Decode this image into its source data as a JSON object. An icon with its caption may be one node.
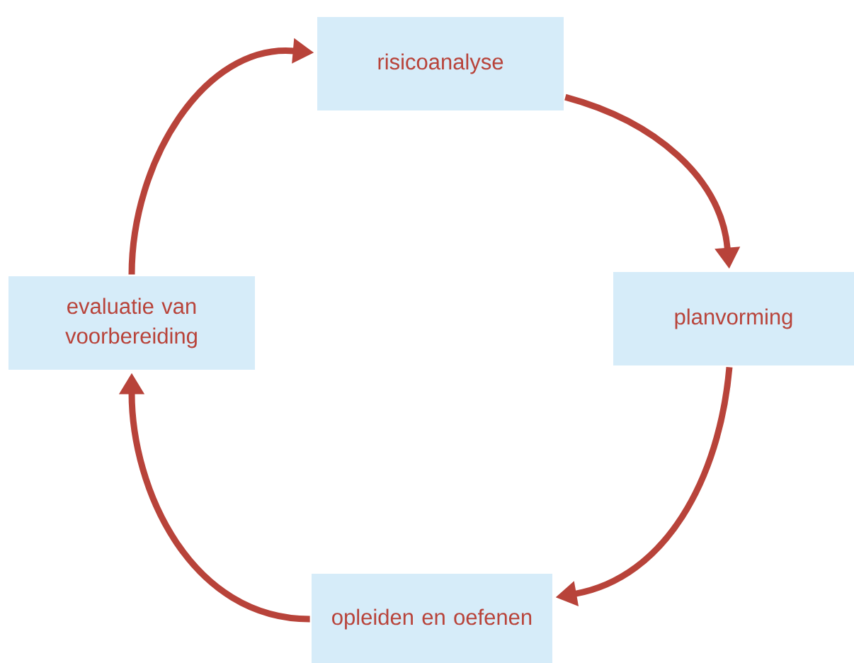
{
  "diagram": {
    "nodes": [
      {
        "text": [
          "risicoanalyse"
        ]
      },
      {
        "text": [
          "planvorming"
        ]
      },
      {
        "text": [
          "opleiden en oefenen"
        ]
      },
      {
        "text": [
          "evaluatie van voorbereiding"
        ]
      }
    ],
    "edges": [
      {
        "from": 0,
        "to": 1,
        "arrow": "to"
      },
      {
        "from": 1,
        "to": 2,
        "arrow": "to"
      },
      {
        "from": 2,
        "to": 3,
        "arrow": "to"
      },
      {
        "from": 3,
        "to": 0,
        "arrow": "to"
      }
    ]
  }
}
